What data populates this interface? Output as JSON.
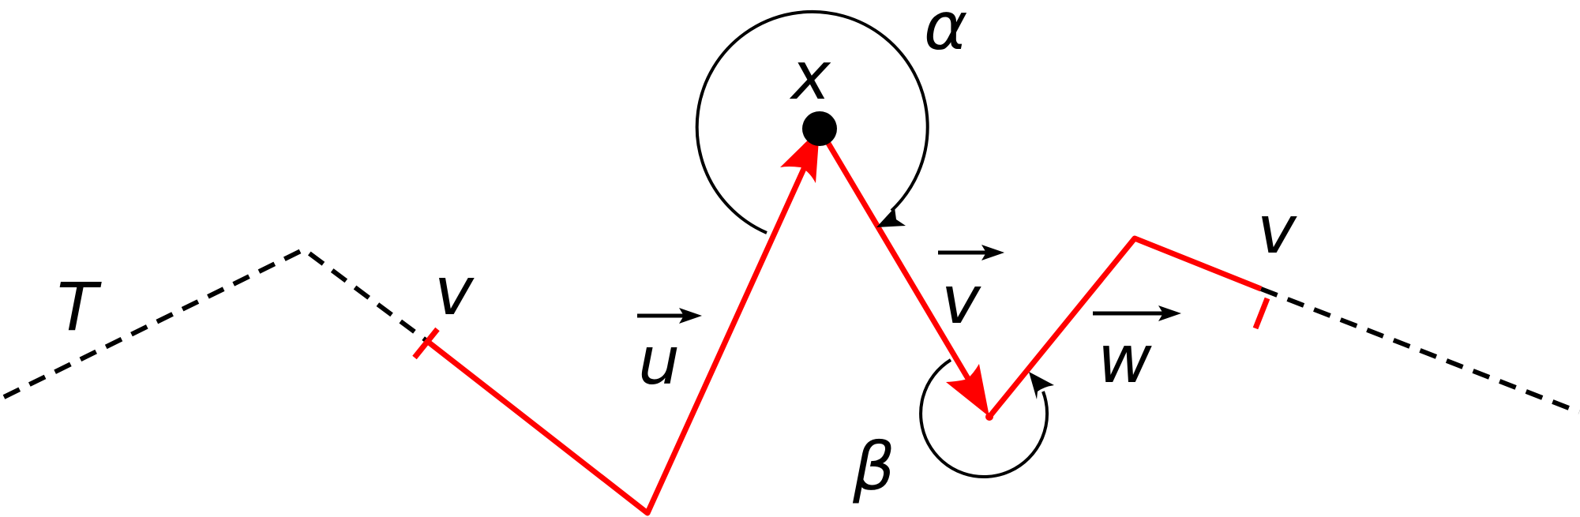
{
  "labels": {
    "t": "T",
    "v_left": "v",
    "x": "x",
    "alpha": "α",
    "u": "u",
    "v_mid": "v",
    "w": "w",
    "beta": "β",
    "v_right": "v"
  },
  "colors": {
    "path": "#ff0000",
    "dashed": "#000000",
    "text": "#000000",
    "background": "#ffffff"
  }
}
